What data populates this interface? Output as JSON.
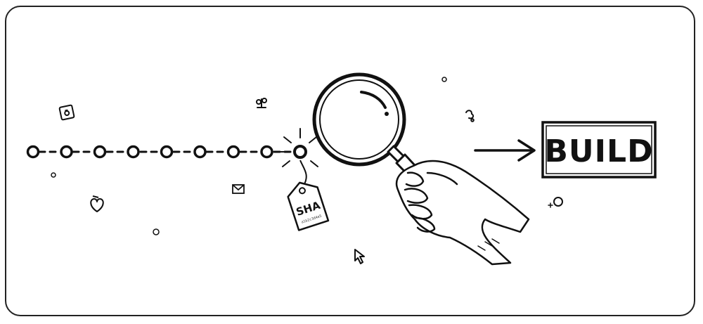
{
  "labels": {
    "build": "BUILD",
    "tag_code": "SHA",
    "tag_subtext": "a1b2c3d4e5"
  },
  "timeline": {
    "node_count": 9,
    "highlighted_index": 8
  },
  "colors": {
    "ink": "#111111",
    "frame": "#222222",
    "background": "#ffffff"
  },
  "icons": [
    "lock-icon",
    "plant-icon",
    "envelope-icon",
    "heart-icon",
    "cursor-icon",
    "sparkle-icon",
    "magnifying-glass-icon",
    "hand-icon",
    "arrow-icon",
    "tag-icon"
  ]
}
